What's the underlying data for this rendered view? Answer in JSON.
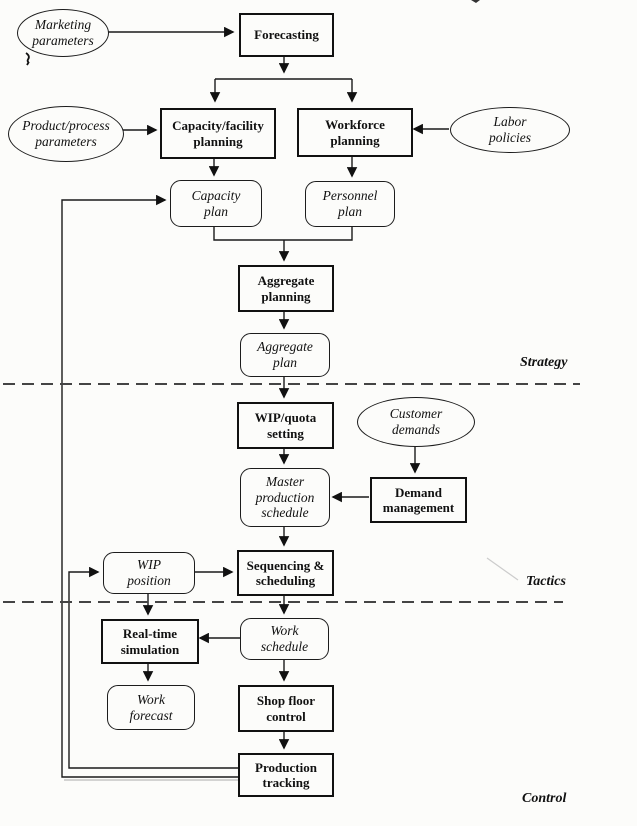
{
  "diagram": {
    "type": "flowchart",
    "levels": {
      "strategy": "Strategy",
      "tactics": "Tactics",
      "control": "Control"
    },
    "inputs": {
      "marketing_parameters": "Marketing\nparameters",
      "product_process_parameters": "Product/process\nparameters",
      "labor_policies": "Labor\npolicies",
      "customer_demands": "Customer\ndemands"
    },
    "processes": {
      "forecasting": "Forecasting",
      "capacity_facility_planning": "Capacity/facility\nplanning",
      "workforce_planning": "Workforce\nplanning",
      "aggregate_planning": "Aggregate\nplanning",
      "wip_quota_setting": "WIP/quota\nsetting",
      "demand_management": "Demand\nmanagement",
      "sequencing_scheduling": "Sequencing &\nscheduling",
      "real_time_simulation": "Real-time\nsimulation",
      "shop_floor_control": "Shop floor\ncontrol",
      "production_tracking": "Production\ntracking"
    },
    "plans": {
      "capacity_plan": "Capacity\nplan",
      "personnel_plan": "Personnel\nplan",
      "aggregate_plan": "Aggregate\nplan",
      "master_production_schedule": "Master\nproduction\nschedule",
      "wip_position": "WIP\nposition",
      "work_schedule": "Work\nschedule",
      "work_forecast": "Work\nforecast"
    },
    "colors": {
      "ink": "#111111",
      "paper": "#fcfcfa",
      "dashed_line": "#444444"
    }
  }
}
